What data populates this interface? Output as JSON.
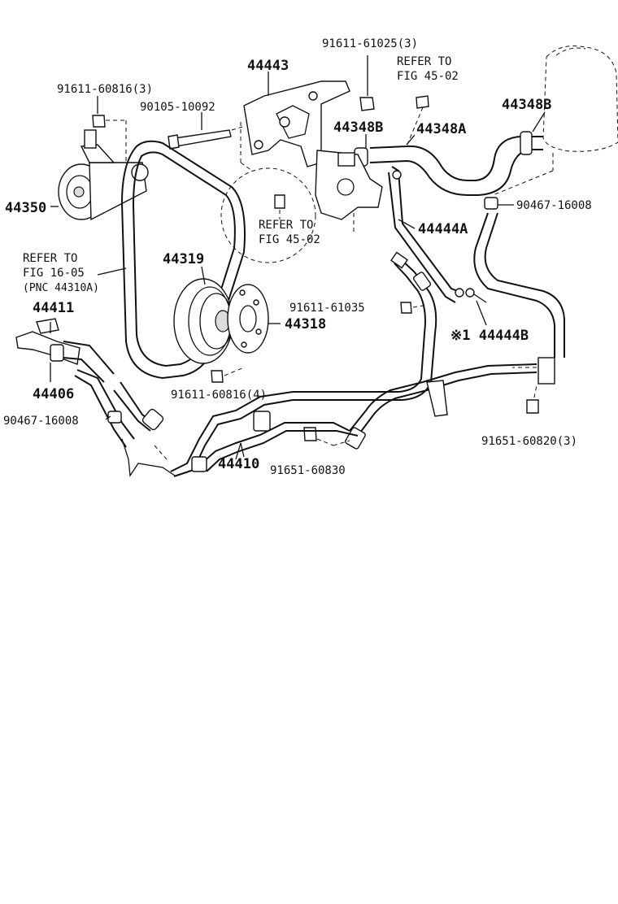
{
  "labels": {
    "p91611_61025": "91611-61025(3)",
    "refer_45_02_a1": "REFER TO",
    "refer_45_02_a2": "FIG 45-02",
    "p44443": "44443",
    "p91611_60816_3": "91611-60816(3)",
    "p90105_10092": "90105-10092",
    "p44348b_top": "44348B",
    "p44348b_mid": "44348B",
    "p44348a": "44348A",
    "p90467_16008_r": "90467-16008",
    "p44350": "44350",
    "refer_45_02_b1": "REFER TO",
    "refer_45_02_b2": "FIG 45-02",
    "p44444a": "44444A",
    "refer_16_05_1": "REFER TO",
    "refer_16_05_2": "FIG 16-05",
    "refer_16_05_3": "(PNC 44310A)",
    "p44319": "44319",
    "p44411": "44411",
    "p91611_61035": "91611-61035",
    "p44318": "44318",
    "p44444b": "※1 44444B",
    "p44406": "44406",
    "p91611_60816_4": "91611-60816(4)",
    "p90467_16008_l": "90467-16008",
    "p91651_60820": "91651-60820(3)",
    "p44410": "44410",
    "p91651_60830": "91651-60830"
  }
}
